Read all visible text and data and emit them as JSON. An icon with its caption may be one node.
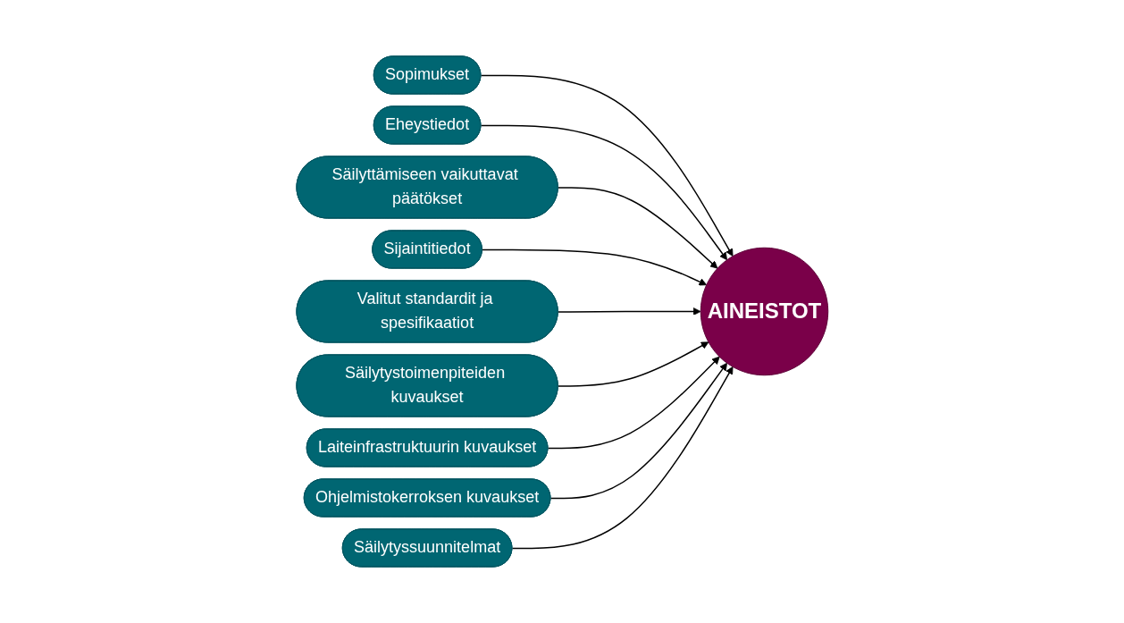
{
  "diagram": {
    "nodes": [
      {
        "text": [
          "Sopimukset"
        ]
      },
      {
        "text": [
          "Eheystiedot"
        ]
      },
      {
        "text": [
          "Säilyttämiseen vaikuttavat päätökset"
        ]
      },
      {
        "text": [
          "Sijaintitiedot"
        ]
      },
      {
        "text": [
          "AINEISTOT"
        ]
      },
      {
        "text": [
          "Valitut standardit ja spesifikaatiot"
        ]
      },
      {
        "text": [
          "Säilytystoimenpiteiden kuvaukset"
        ]
      },
      {
        "text": [
          "Laiteinfrastruktuurin kuvaukset"
        ]
      },
      {
        "text": [
          "Ohjelmistokerroksen kuvaukset"
        ]
      },
      {
        "text": [
          "Säilytyssuunnitelmat"
        ]
      }
    ],
    "edges": [
      {
        "from": 0,
        "to": 4,
        "arrow": "to"
      },
      {
        "from": 1,
        "to": 4,
        "arrow": "to"
      },
      {
        "from": 2,
        "to": 4,
        "arrow": "to"
      },
      {
        "from": 3,
        "to": 4,
        "arrow": "to"
      },
      {
        "from": 5,
        "to": 4,
        "arrow": "to"
      },
      {
        "from": 6,
        "to": 4,
        "arrow": "to"
      },
      {
        "from": 7,
        "to": 4,
        "arrow": "to"
      },
      {
        "from": 8,
        "to": 4,
        "arrow": "to"
      },
      {
        "from": 9,
        "to": 4,
        "arrow": "to"
      }
    ]
  }
}
